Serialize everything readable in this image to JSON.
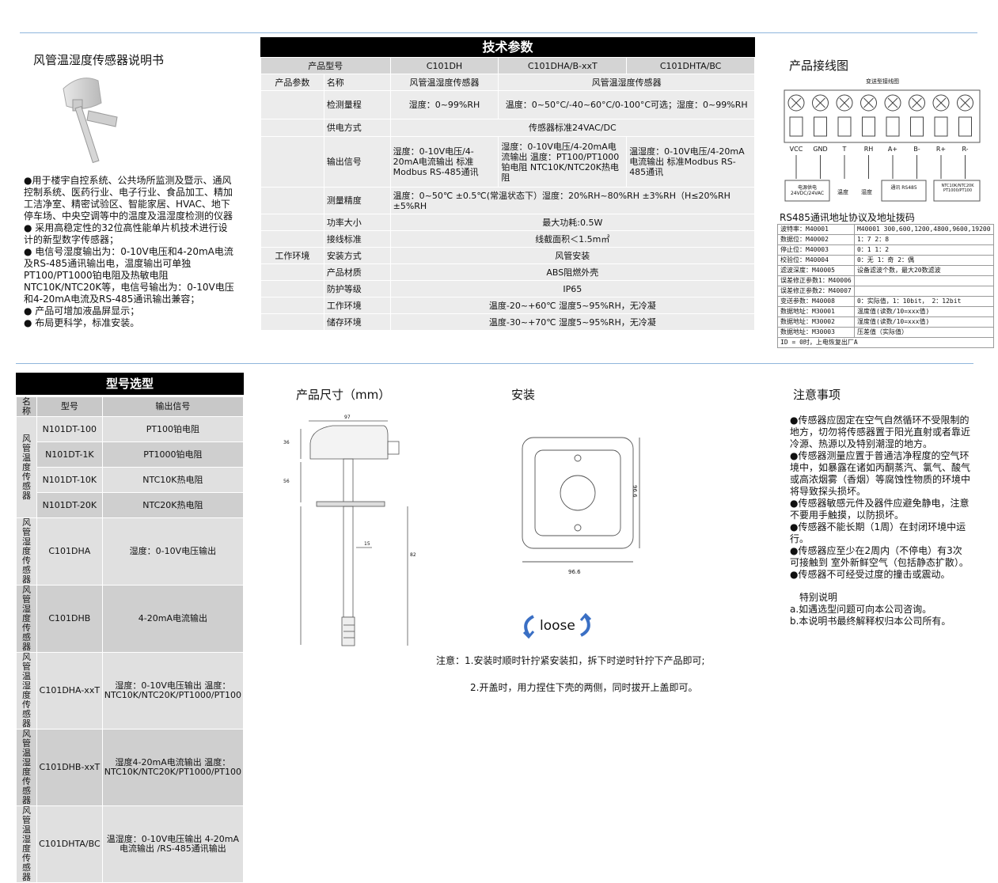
{
  "title": "风管温湿度传感器说明书",
  "features": [
    "●用于楼宇自控系统、公共场所监测及暨示、通风控制系统、医药行业、电子行业、食品加工、精加工洁净室、精密试验区、智能家居、HVAC、地下停车场、中央空调等中的温度及温湿度检测的仪器",
    "● 采用高稳定性的32位高性能单片机技术进行设计的新型数字传感器；",
    "● 电信号湿度输出为：0-10V电压和4-20mA电流及RS-485通讯输出电，温度输出可单独PT100/PT1000铂电阻及热敏电阻NTC10K/NTC20K等，电信号输出为：0-10V电压和4-20mA电流及RS-485通讯输出兼容；",
    "● 产品可增加液晶屏显示；",
    "● 布局更科学，标准安装。"
  ],
  "spec": {
    "title": "技术参数",
    "model_label": "产品型号",
    "models": [
      "C101DH",
      "C101DHA/B-xxT",
      "C101DHTA/BC"
    ],
    "params_label": "产品参数",
    "env_label": "工作环境",
    "name_label": "名称",
    "name_v1": "风管温湿度传感器",
    "name_v2": "风管温湿度传感器",
    "range_label": "检测量程",
    "range_v1": "湿度：0~99%RH",
    "range_v2": "温度：0~50°C/-40~60°C/0-100°C可选；湿度：0~99%RH",
    "power_label": "供电方式",
    "power_v": "传感器标准24VAC/DC",
    "out_label": "输出信号",
    "out_v1": "湿度：0-10V电压/4-20mA电流输出 标准Modbus RS-485通讯",
    "out_v2": "湿度：0-10V电压/4-20mA电流输出 温度：PT100/PT1000铂电阻 NTC10K/NTC20K热电阻",
    "out_v3": "温湿度：0-10V电压/4-20mA电流输出 标准Modbus RS-485通讯",
    "acc_label": "测量精度",
    "acc_v": "温度：0~50℃ ±0.5℃(常温状态下）湿度：20%RH~80%RH ±3%RH（H≤20%RH ±5%RH",
    "pw_label": "功率大小",
    "pw_v": "最大功耗:0.5W",
    "wire_label": "接线标准",
    "wire_v": "线截面积＜1.5m㎡",
    "inst_label": "安装方式",
    "inst_v": "风管安装",
    "mat_label": "产品材质",
    "mat_v": "ABS阻燃外壳",
    "ip_label": "防护等级",
    "ip_v": "IP65",
    "work_label": "工作环境",
    "work_v": "温度-20~+60℃ 湿度5~95%RH，无冷凝",
    "store_label": "储存环境",
    "store_v": "温度-30~+70℃ 湿度5~95%RH，无冷凝"
  },
  "wiring": {
    "title": "产品接线图",
    "diagram_title": "变送型接线图",
    "terms": [
      "VCC",
      "GND",
      "T",
      "RH",
      "A+",
      "B-",
      "R+",
      "R-"
    ],
    "box1": "电源供电 24VDC/24VAC",
    "box2": "温度",
    "box3": "湿度",
    "box4": "通讯 RS485",
    "box5": "NTC10K/NTC20K PT1000/PT100"
  },
  "rs485": {
    "title": "RS485通讯地址协议及地址拨码",
    "rows": [
      [
        "波特率：M40001",
        "M40001 300,600,1200,4800,9600,19200"
      ],
      [
        "数据位：M40002",
        "1：7    2：8"
      ],
      [
        "停止位：M40003",
        "0：1    1：2"
      ],
      [
        "校验位：M40004",
        "0：无  1：奇  2：偶"
      ],
      [
        "滤波深度：M40005",
        "设备滤波个数，最大20数滤波"
      ],
      [
        "误差修正参数1：M40006",
        ""
      ],
      [
        "误差修正参数2：M40007",
        ""
      ],
      [
        "变送参数：M40008",
        "0：实际值，1：10bit，  2：12bit"
      ],
      [
        "数据地址：M30001",
        "温度值(读数/10=xxx值)"
      ],
      [
        "数据地址：M30002",
        "湿度值(读数/10=xxx值)"
      ],
      [
        "数据地址：M30003",
        "压差值（实际值）"
      ]
    ],
    "footer": "ID = 0时，上电恢复出厂A"
  },
  "selection": {
    "title": "型号选型",
    "headers": [
      "名称",
      "型号",
      "输出信号"
    ],
    "group_name": "风管温度传感器",
    "rows": [
      {
        "model": "N101DT-100",
        "out": "PT100铂电阻"
      },
      {
        "model": "N101DT-1K",
        "out": "PT1000铂电阻"
      },
      {
        "model": "N101DT-10K",
        "out": "NTC10K热电阻"
      },
      {
        "model": "N101DT-20K",
        "out": "NTC20K热电阻"
      },
      {
        "name": "风管湿度传感器",
        "model": "C101DHA",
        "out": "湿度：0-10V电压输出"
      },
      {
        "name": "风管湿度传感器",
        "model": "C101DHB",
        "out": "4-20mA电流输出"
      },
      {
        "name": "风管温湿度传感器",
        "model": "C101DHA-xxT",
        "out": "湿度：0-10V电压输出 温度：NTC10K/NTC20K/PT1000/PT100"
      },
      {
        "name": "风管温湿度传感器",
        "model": "C101DHB-xxT",
        "out": "湿度4-20mA电流输出 温度：NTC10K/NTC20K/PT1000/PT100"
      },
      {
        "name": "风管温湿度传感器",
        "model": "C101DHTA/BC",
        "out": "温湿度：0-10V电压输出 4-20mA电流输出 /RS-485通讯输出"
      }
    ]
  },
  "dims": {
    "title": "产品尺寸（mm）",
    "d1": "97",
    "d2": "36",
    "d3": "56",
    "d4": "15",
    "d5": "82"
  },
  "install": {
    "title": "安装",
    "w": "96.6",
    "h": "96.6",
    "loose": "loose",
    "note1": "注意：1.安装时顺时针拧紧安装扣，拆下时逆时针拧下产品即可;",
    "note2": "2.开盖时，用力捏住下壳的两侧，同时拔开上盖即可。"
  },
  "notes": {
    "title": "注意事项",
    "items": [
      "●传感器应固定在空气自然循环不受限制的地方，切勿将传感器置于阳光直射或者靠近冷源、热源以及特别潮湿的地方。",
      "●传感器测量应置于普通洁净程度的空气环境中，如暴露在诸如丙酮蒸汽、氯气、酸气或高浓烟雾（香烟）等腐蚀性物质的环境中将导致探头损坏。",
      "●传感器敏感元件及器件应避免静电，注意不要用手触摸，以防损坏。",
      "●传感器不能长期（1周）在封闭环境中运行。",
      "●传感器应至少在2周内（不停电）有3次可接触到 室外新鲜空气（包括静态扩散）。",
      "●传感器不可经受过度的撞击或震动。"
    ],
    "special_title": "特别说明",
    "special": [
      "a.如遇选型问题可向本公司咨询。",
      "b.本说明书最终解释权归本公司所有。"
    ]
  }
}
